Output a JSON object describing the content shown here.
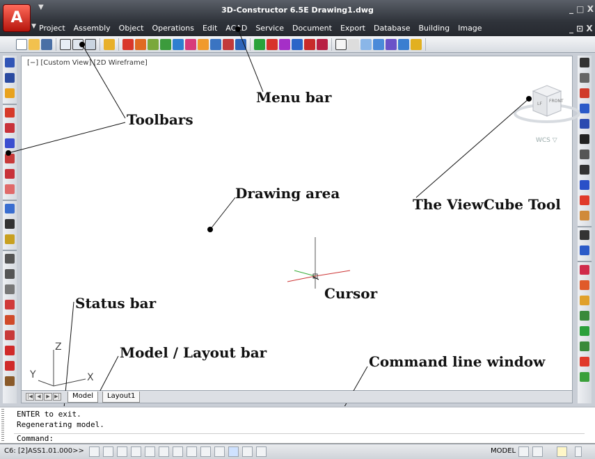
{
  "window": {
    "title": "3D-Constructor 6.5E   Drawing1.dwg",
    "controls_top": "_ □ X",
    "controls_menu": "_ ⊡ X"
  },
  "app_button_letter": "A",
  "menu": {
    "items": [
      "Project",
      "Assembly",
      "Object",
      "Operations",
      "Edit",
      "ACAD",
      "Service",
      "Document",
      "Export",
      "Database",
      "Building",
      "Image"
    ]
  },
  "viewport": {
    "label": "[−] [Custom View] [2D Wireframe]",
    "wcs_label": "WCS ▽",
    "viewcube_faces": [
      "LF",
      "FRONT"
    ],
    "ucs_x": "X",
    "ucs_y": "Y",
    "ucs_z": "Z"
  },
  "annotations": {
    "toolbars": "Toolbars",
    "menu_bar": "Menu bar",
    "drawing_area": "Drawing area",
    "viewcube": "The ViewCube Tool",
    "cursor": "Cursor",
    "status_bar": "Status bar",
    "model_layout_bar": "Model / Layout bar",
    "command_line": "Command line window"
  },
  "tabs": {
    "model": "Model",
    "layout1": "Layout1"
  },
  "command": {
    "line1": "ENTER to exit.",
    "line2": "Regenerating model.",
    "prompt": "Command:"
  },
  "status": {
    "coords": "C6: [2]ASS1.01.000>>",
    "model_label": "MODEL"
  },
  "colors": {
    "title_bar": "#2f333a",
    "accent_red": "#c8231b",
    "canvas": "#ffffff"
  }
}
